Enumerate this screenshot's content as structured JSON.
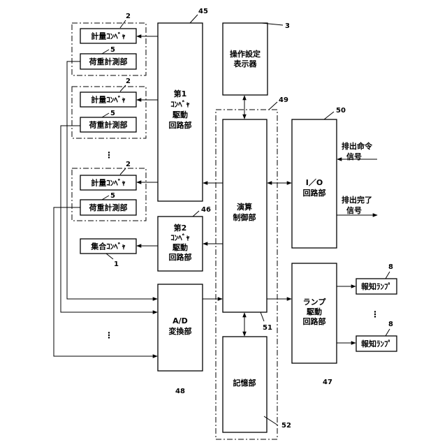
{
  "blocks": {
    "conveyor_drive_1": [
      "第1",
      "ｺﾝﾍﾞｬ",
      "駆動",
      "回路部"
    ],
    "operation_display": [
      "操作設定",
      "表示器"
    ],
    "arithmetic_control": [
      "演算",
      "制御部"
    ],
    "io_circuit": [
      "I／O",
      "回路部"
    ],
    "conveyor_drive_2": [
      "第2",
      "ｺﾝﾍﾞｬ",
      "駆動",
      "回路部"
    ],
    "ad_converter": [
      "A/D",
      "変換部"
    ],
    "lamp_drive": [
      "ランプ",
      "駆動",
      "回路部"
    ],
    "storage": [
      "記憶部"
    ]
  },
  "units": {
    "weigh_conveyor": "計量ｺﾝﾍﾞｬ",
    "load_measure": "荷重計測部",
    "collect_conveyor": "集合ｺﾝﾍﾞｬ",
    "notify_lamp": "報知ﾗﾝﾌﾟ"
  },
  "signals": {
    "discharge_command": [
      "排出命令",
      "信号"
    ],
    "discharge_complete": [
      "排出完了",
      "信号"
    ]
  },
  "refs": {
    "r1": "1",
    "r2": "2",
    "r3": "3",
    "r5": "5",
    "r8": "8",
    "r45": "45",
    "r46": "46",
    "r47": "47",
    "r48": "48",
    "r49": "49",
    "r50": "50",
    "r51": "51",
    "r52": "52"
  },
  "ellipsis": "⋮"
}
